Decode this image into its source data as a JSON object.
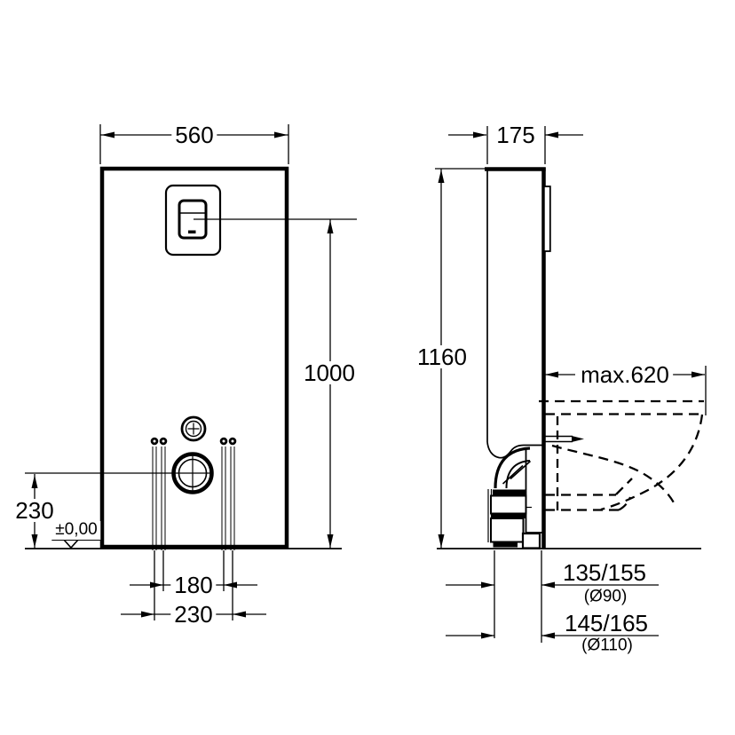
{
  "drawing": {
    "kind": "sanitary-module technical dimension drawing",
    "views": {
      "front": {
        "width": "560",
        "height_to_flush_plate": "1000",
        "outlet_center_height": "230",
        "floor_level": "±0,00",
        "bolt_spacing_inner": "180",
        "bolt_spacing_outer": "230"
      },
      "side": {
        "depth": "175",
        "total_height": "1160",
        "max_projection": "max.620",
        "outlet_offset_d90": "135/155",
        "outlet_pipe_d90": "(Ø90)",
        "outlet_offset_d110": "145/165",
        "outlet_pipe_d110": "(Ø110)"
      }
    },
    "colors": {
      "line": "#000000",
      "background": "#ffffff"
    }
  }
}
